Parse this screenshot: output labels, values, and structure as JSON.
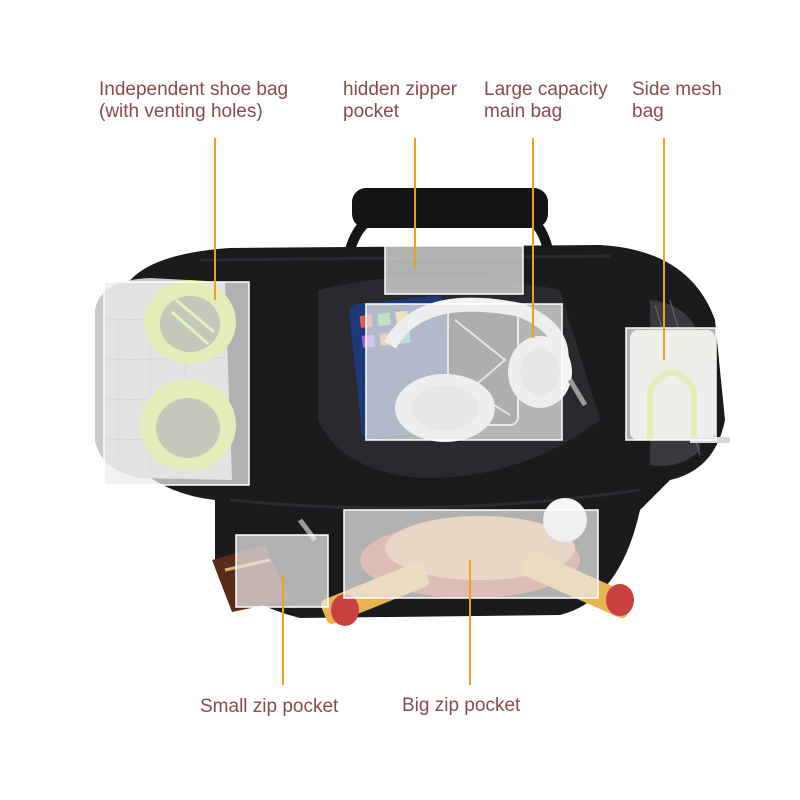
{
  "labels": {
    "shoe_bag": {
      "line1": "Independent shoe bag",
      "line2": "(with venting holes)"
    },
    "hidden_zipper": {
      "line1": "hidden zipper",
      "line2": "pocket"
    },
    "main_bag": {
      "line1": "Large capacity",
      "line2": "main bag"
    },
    "side_mesh": {
      "line1": "Side mesh",
      "line2": "bag"
    },
    "small_zip": "Small zip pocket",
    "big_zip": "Big zip pocket"
  },
  "colors": {
    "label_text": "#8b4a4a",
    "leader_line": "#f0a020",
    "bag_body": "#1b1b1d",
    "highlight_box": "#e8e8e8",
    "shoe_accent": "#c8f03a"
  }
}
